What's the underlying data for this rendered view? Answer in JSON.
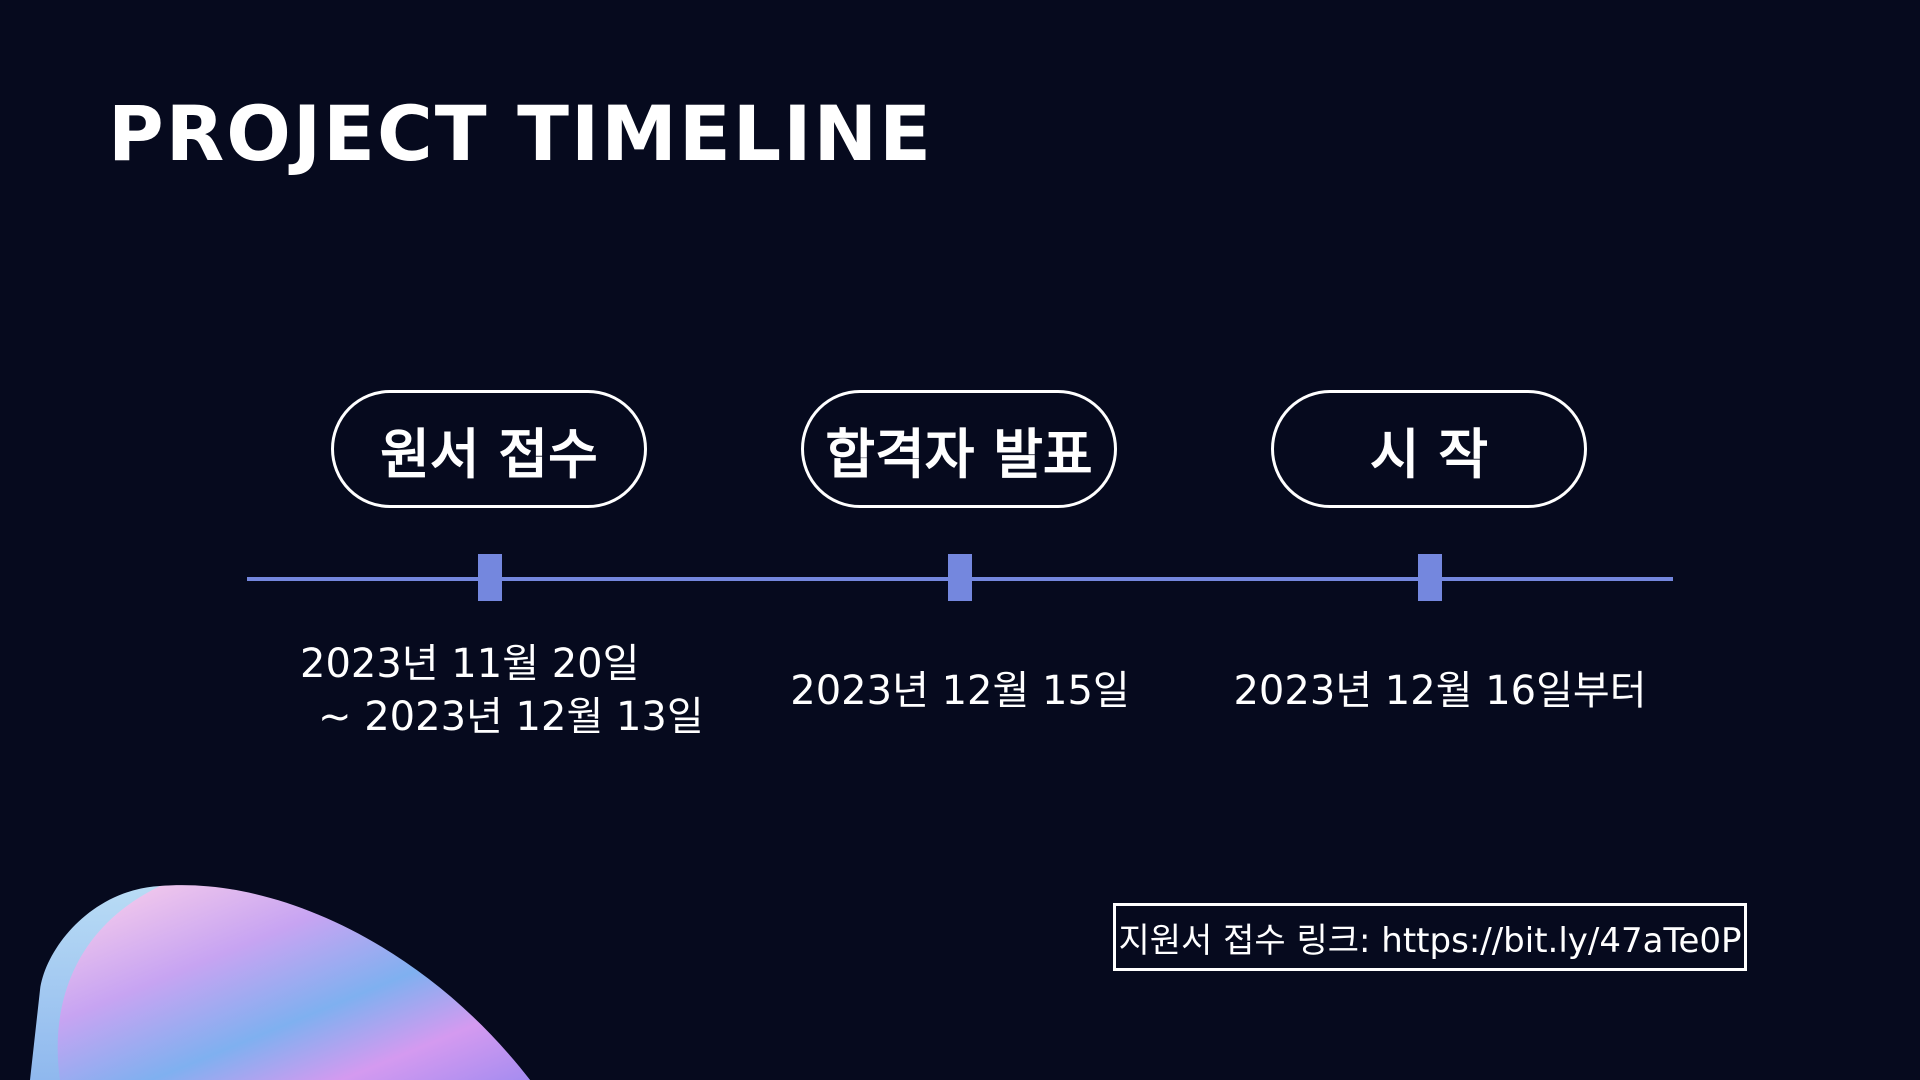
{
  "title": "PROJECT TIMELINE",
  "colors": {
    "background": "#060a1e",
    "accent": "#7487de",
    "text": "#ffffff"
  },
  "milestones": [
    {
      "label": "원서 접수",
      "date_line1": "2023년 11월 20일",
      "date_line2": "~ 2023년 12월 13일"
    },
    {
      "label": "합격자 발표",
      "date_line1": "2023년 12월 15일"
    },
    {
      "label": "시 작",
      "date_line1": "2023년 12월 16일부터"
    }
  ],
  "application_link": "지원서 접수 링크: https://bit.ly/47aTe0P"
}
